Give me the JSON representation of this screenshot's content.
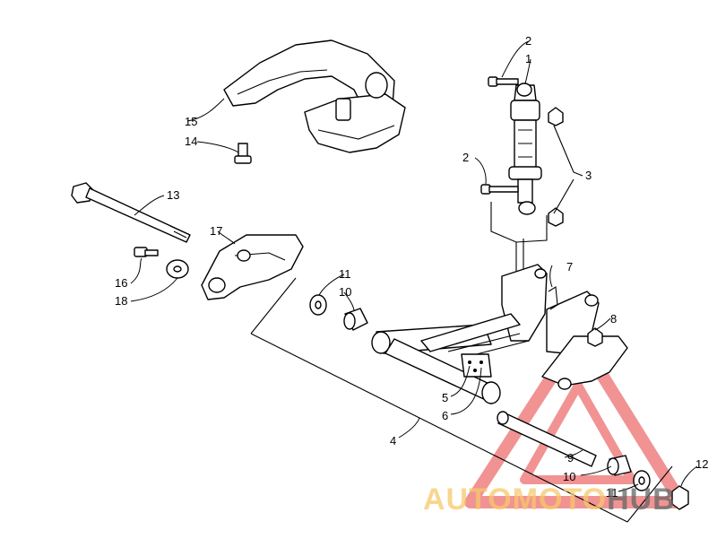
{
  "diagram": {
    "callouts": [
      {
        "id": "c1",
        "text": "1"
      },
      {
        "id": "c2a",
        "text": "2"
      },
      {
        "id": "c2b",
        "text": "2"
      },
      {
        "id": "c3",
        "text": "3"
      },
      {
        "id": "c4",
        "text": "4"
      },
      {
        "id": "c5",
        "text": "5"
      },
      {
        "id": "c6",
        "text": "6"
      },
      {
        "id": "c7",
        "text": "7"
      },
      {
        "id": "c8",
        "text": "8"
      },
      {
        "id": "c9",
        "text": "9"
      },
      {
        "id": "c10a",
        "text": "10"
      },
      {
        "id": "c10b",
        "text": "10"
      },
      {
        "id": "c11a",
        "text": "11"
      },
      {
        "id": "c11b",
        "text": "11"
      },
      {
        "id": "c12",
        "text": "12"
      },
      {
        "id": "c13",
        "text": "13"
      },
      {
        "id": "c14",
        "text": "14"
      },
      {
        "id": "c15",
        "text": "15"
      },
      {
        "id": "c16",
        "text": "16"
      },
      {
        "id": "c17",
        "text": "17"
      },
      {
        "id": "c18",
        "text": "18"
      }
    ]
  },
  "watermark": {
    "part1": "AUTOMOTO",
    "part2": "HUB",
    "color_primary": "#f2a7a7",
    "color_secondary": "#f7c96b",
    "color_dark": "#666666"
  }
}
